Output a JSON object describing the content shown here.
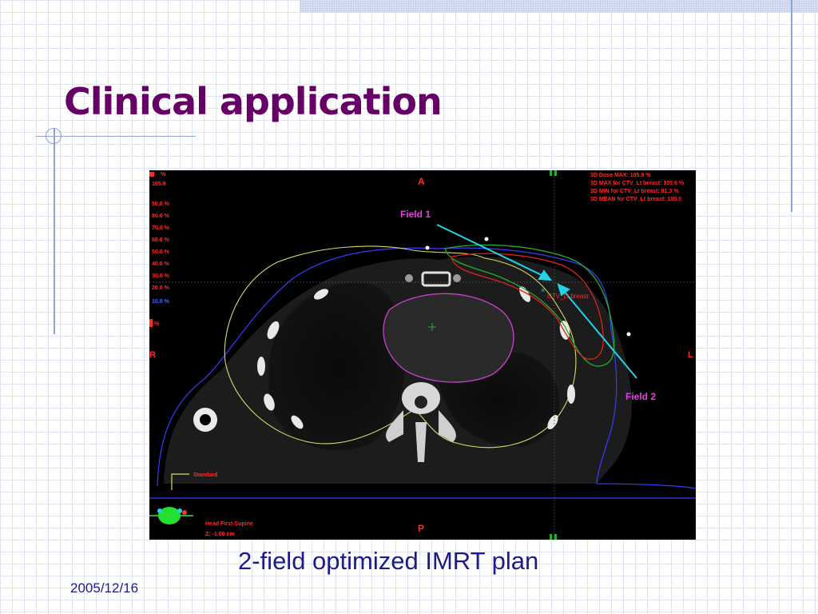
{
  "slide": {
    "title": "Clinical application",
    "caption": "2-field optimized IMRT plan",
    "date": "2005/12/16"
  },
  "ct_image": {
    "orientation": {
      "anterior": "A",
      "posterior": "P",
      "right": "R",
      "left": "L"
    },
    "fields": [
      "Field 1",
      "Field 2"
    ],
    "structure_label": "CTV_Lt breast",
    "dose_stats": [
      "3D Dose MAX: 105.9 %",
      "3D MAX for CTV_Lt breast: 105.6 %",
      "3D MIN for CTV_Lt breast: 91.3 %",
      "3D MEAN for CTV_Lt breast: 100.0"
    ],
    "isodose_legend": [
      "105.9",
      "90.0 %",
      "80.0 %",
      "70.0 %",
      "60.0 %",
      "50.0 %",
      "40.0 %",
      "30.0 %",
      "20.0 %",
      "10.0 %"
    ],
    "legend_top": "%",
    "legend_bottom": "%",
    "window_preset": "Standard",
    "patient_position": "Head First-Supine",
    "slice_z": "Z: -1.00 cm",
    "colors": {
      "labels": "#ff2a2a",
      "field_text": "#e040e0",
      "beam_arrow": "#22d3e6",
      "body_contour": "#3a3aff",
      "skin_contour": "#d8d86a",
      "heart_contour": "#d040d0",
      "ctv_contour": "#e02020",
      "ptv_contour": "#20b030"
    }
  }
}
